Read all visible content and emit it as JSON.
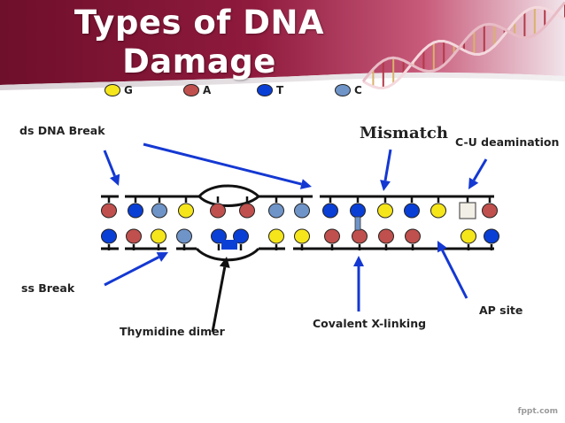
{
  "title": {
    "line1": "Types of DNA",
    "line2": "Damage"
  },
  "colors": {
    "banner": "#8a1538",
    "G": "#f5e51b",
    "A": "#c0504d",
    "T": "#0a3fd6",
    "C": "#6f94c8",
    "arrow": "#1438d2",
    "backbone": "#111111"
  },
  "legend": [
    {
      "label": "G",
      "color_key": "G"
    },
    {
      "label": "A",
      "color_key": "A"
    },
    {
      "label": "T",
      "color_key": "T"
    },
    {
      "label": "C",
      "color_key": "C"
    }
  ],
  "labels": {
    "ds_break": "ds DNA Break",
    "mismatch": "Mismatch",
    "cu_deamination": "C-U deamination",
    "ss_break": "ss Break",
    "ap_site": "AP site",
    "thymidine_dimer": "Thymidine dimer",
    "covalent_xlinking": "Covalent X-linking"
  },
  "strand_top": [
    "A",
    "T",
    "C",
    "G",
    "A",
    "A",
    "C",
    "C",
    "T",
    "T",
    "G",
    "T",
    "G",
    "U",
    "A"
  ],
  "strand_bottom": [
    "T",
    "A",
    "G",
    "C",
    "T",
    "T",
    "G",
    "G",
    "A",
    "A",
    "A",
    "A",
    "G",
    "T"
  ],
  "footer": "fppt.com"
}
